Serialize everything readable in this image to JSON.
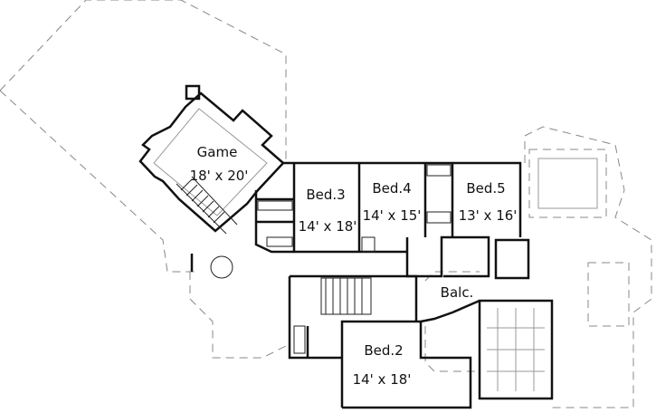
{
  "rooms": {
    "game": {
      "name": "Game",
      "size": "18' x 20'"
    },
    "bed3": {
      "name": "Bed.3",
      "size": "14' x 18'"
    },
    "bed4": {
      "name": "Bed.4",
      "size": "14' x 15'"
    },
    "bed5": {
      "name": "Bed.5",
      "size": "13' x 16'"
    },
    "balcony": {
      "name": "Balc."
    },
    "bed2": {
      "name": "Bed.2",
      "size": "14' x 18'"
    }
  }
}
